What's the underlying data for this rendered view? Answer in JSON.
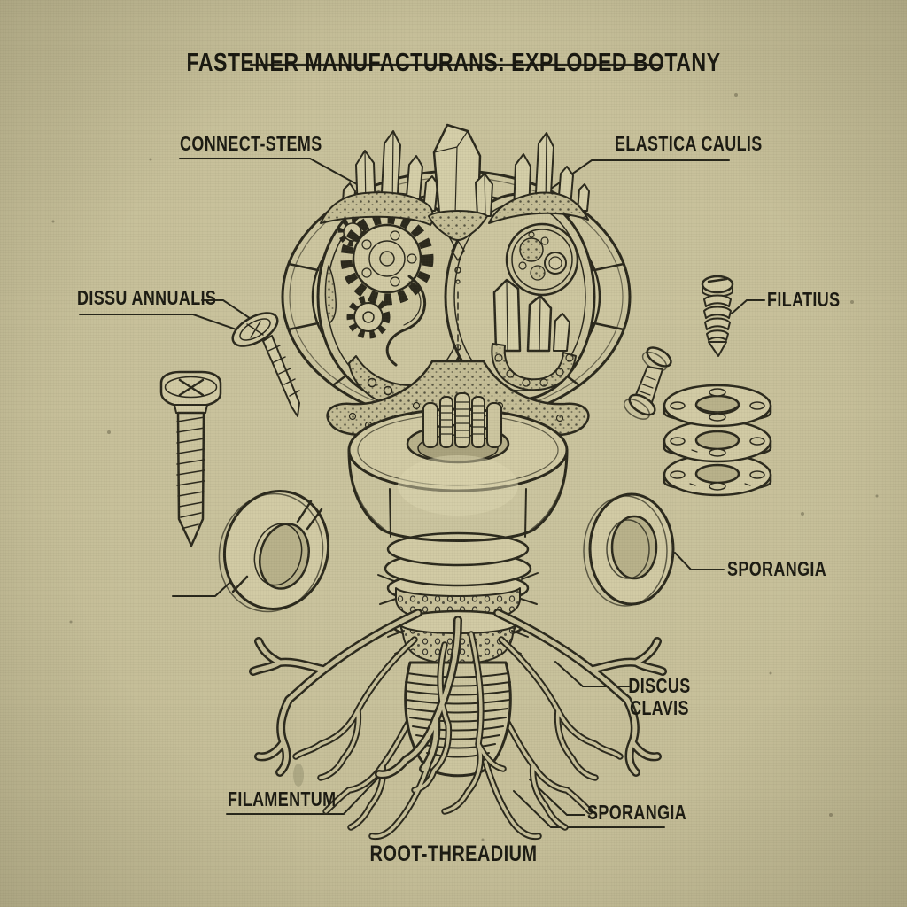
{
  "title": "FASTENER MANUFACTURANS: EXPLODED BOTANY",
  "labels": {
    "connect_stems": "CONNECT-STEMS",
    "elastica_caulis": "ELASTICA CAULIS",
    "dissu_annualis": "DISSU ANNUALIS",
    "filatius": "FILATIUS",
    "sporangia_right": "SPORANGIA",
    "discus_clavis": "DISCUS\nCLAVIS",
    "filamentum": "FILAMENTUM",
    "sporangia_bottom": "SPORANGIA",
    "root_threadium": "ROOT-THREADIUM"
  },
  "colors": {
    "paper_background": "#c7c09a",
    "line_ink": "#2b291d",
    "label_text": "#1b1a12"
  },
  "illustration_parts": [
    "seed-pod-bolt-head with gear lobe and crystal lobe",
    "crystal cluster sprouting from pod top",
    "hex nut collar",
    "threaded organic shaft",
    "ribbed root bulb with branching roots",
    "angled countersunk screw",
    "phillips pan-head screw",
    "slotted grommet washer",
    "coarse-thread stub screw",
    "rivet pin",
    "stack of three flange washers",
    "thick plain washer"
  ]
}
